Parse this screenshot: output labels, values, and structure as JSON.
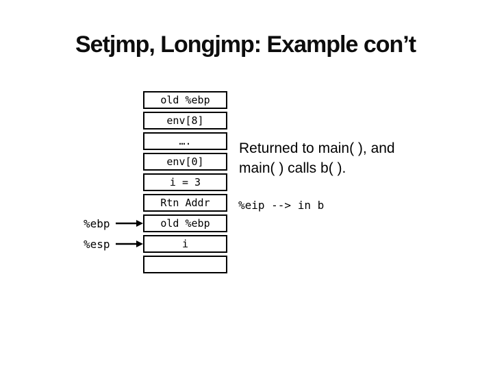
{
  "slide": {
    "title": "Setjmp, Longjmp: Example con’t",
    "colors": {
      "background": "#ffffff",
      "ink": "#000000"
    }
  },
  "stack": {
    "cells": [
      {
        "label": "old %ebp"
      },
      {
        "label": "env[8]"
      },
      {
        "label": "…."
      },
      {
        "label": "env[0]"
      },
      {
        "label": "i = 3"
      },
      {
        "label": "Rtn Addr"
      },
      {
        "label": "old %ebp"
      },
      {
        "label": "i"
      },
      {
        "label": ""
      }
    ],
    "pointers": [
      {
        "register": "%ebp",
        "points_to_cell": 6
      },
      {
        "register": "%esp",
        "points_to_cell": 7
      }
    ]
  },
  "annotations": {
    "returned_line1": "Returned to main( ), and",
    "returned_line2": "main( ) calls b( ).",
    "eip_note": "%eip --> in b"
  }
}
